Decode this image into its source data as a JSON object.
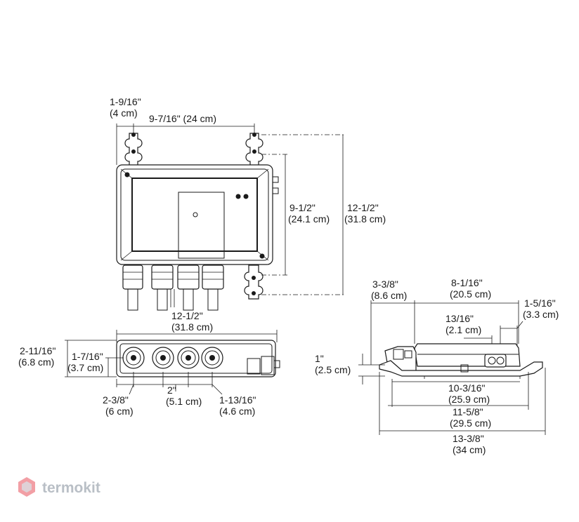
{
  "dimensions": {
    "top_side_offset": [
      "1-9/16\"",
      "(4 cm)"
    ],
    "top_width": "9-7/16\" (24 cm)",
    "top_inner_height": [
      "9-1/2\"",
      "(24.1 cm)"
    ],
    "top_total_height": [
      "12-1/2\"",
      "(31.8 cm)"
    ],
    "front_width": [
      "12-1/2\"",
      "(31.8 cm)"
    ],
    "front_total_height": [
      "2-11/16\"",
      "(6.8 cm)"
    ],
    "front_port_height": [
      "1-7/16\"",
      "(3.7 cm)"
    ],
    "front_first_port": [
      "2-3/8\"",
      "(6 cm)"
    ],
    "front_port_spacing": [
      "2\"",
      "(5.1 cm)"
    ],
    "front_last_port": [
      "1-13/16\"",
      "(4.6 cm)"
    ],
    "side_offset": [
      "3-3/8\"",
      "(8.6 cm)"
    ],
    "side_body_width": [
      "8-1/16\"",
      "(20.5 cm)"
    ],
    "side_port_offset": [
      "13/16\"",
      "(2.1 cm)"
    ],
    "side_port_width": [
      "1-5/16\"",
      "(3.3 cm)"
    ],
    "side_height": [
      "1\"",
      "(2.5 cm)"
    ],
    "side_base_width": [
      "10-3/16\"",
      "(25.9 cm)"
    ],
    "side_bracket_width": [
      "11-5/8\"",
      "(29.5 cm)"
    ],
    "side_overall_width": [
      "13-3/8\"",
      "(34 cm)"
    ]
  },
  "watermark": {
    "brand": "termokit"
  },
  "colors": {
    "line": "#1a1a1a",
    "logo_gray": "#b9bfc6",
    "logo_red": "#e8505b"
  }
}
